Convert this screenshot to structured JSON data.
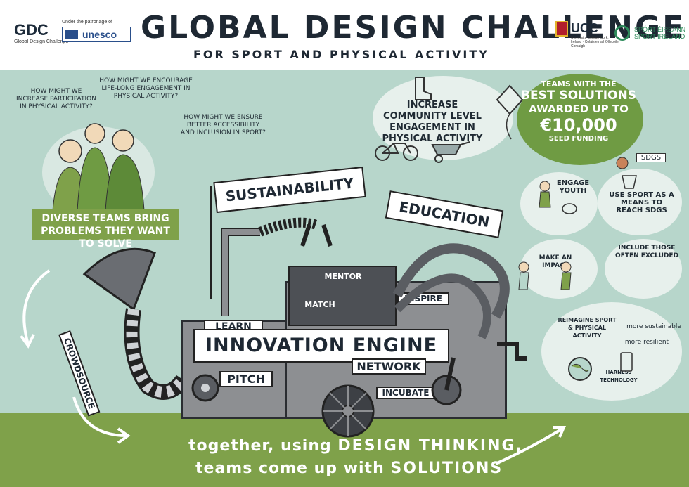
{
  "header": {
    "title": "GLOBAL DESIGN CHALLENGE",
    "subtitle": "FOR SPORT AND PHYSICAL ACTIVITY",
    "logos": {
      "gdc": "GDC",
      "gdc_sub": "Global Design Challenge",
      "unesco_note": "Under the patronage of",
      "unesco": "unesco",
      "ucc": "UCC",
      "ucc_sub": "University College Cork, Ireland · Coláiste na hOllscoile Corcaigh",
      "sport_ireland_1": "SPÓRT ÉIREANN",
      "sport_ireland_2": "SPORT IRELAND"
    }
  },
  "questions": {
    "q1": "HOW MIGHT WE INCREASE PARTICIPATION IN PHYSICAL ACTIVITY?",
    "q2": "HOW MIGHT WE ENCOURAGE LIFE-LONG ENGAGEMENT IN PHYSICAL ACTIVITY?",
    "q3": "HOW MIGHT WE ENSURE BETTER ACCESSIBILITY AND INCLUSION IN SPORT?"
  },
  "diverse_teams": "DIVERSE TEAMS BRING PROBLEMS THEY WANT TO SOLVE",
  "community": "INCREASE COMMUNITY LEVEL ENGAGEMENT IN PHYSICAL ACTIVITY",
  "award": {
    "line1": "TEAMS with the",
    "line2": "BEST SOLUTIONS",
    "line3": "AWARDED up to",
    "amount": "€10,000",
    "line4": "SEED FUNDING"
  },
  "right_bubbles": {
    "sdgs": "SDGs",
    "engage_youth": "ENGAGE YOUTH",
    "use_sport": "USE SPORT AS A MEANS TO REACH SDGs",
    "make_impact": "MAKE AN IMPACT",
    "include": "INCLUDE THOSE OFTEN EXCLUDED",
    "reimagine": "REIMAGINE SPORT & PHYSICAL ACTIVITY",
    "more_sustainable": "more sustainable",
    "more_resilient": "more resilient",
    "harness": "HARNESS TECHNOLOGY"
  },
  "machine": {
    "sustainability": "SUSTAINABILITY",
    "education": "EDUCATION",
    "crowdsource": "CROWDSOURCE",
    "mentor": "MENTOR",
    "match": "MATCH",
    "inspire": "INSPIRE",
    "learn": "LEARN",
    "engine": "INNOVATION ENGINE",
    "pitch": "PITCH",
    "network": "NETWORK",
    "incubate": "INCUBATE"
  },
  "bottom": {
    "line1_a": "together, using",
    "line1_b": "DESIGN THINKING,",
    "line2_a": "teams come up with",
    "line2_b": "SOLUTIONS"
  },
  "colors": {
    "background": "#b7d6cb",
    "ground": "#7fa14a",
    "machine": "#8d8f92",
    "ink": "#1e2833"
  }
}
